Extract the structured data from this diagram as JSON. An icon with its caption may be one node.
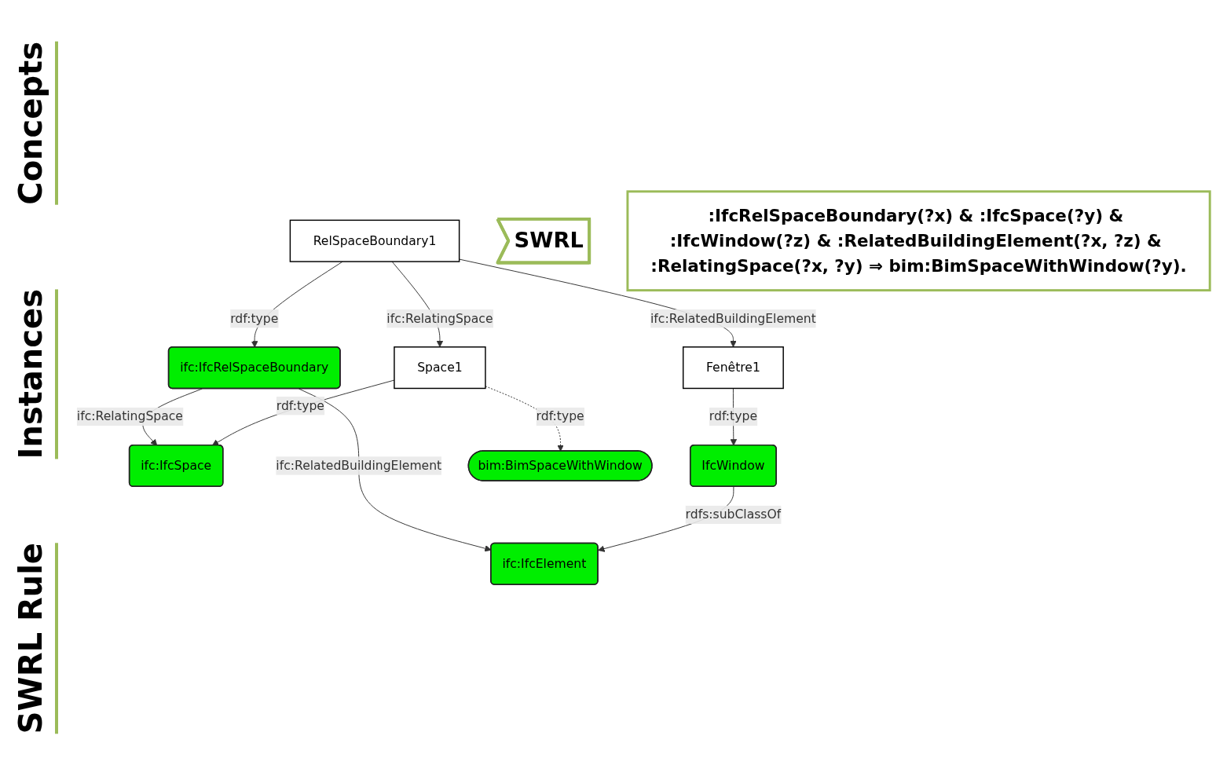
{
  "diagram": {
    "nodes": [
      {
        "text": [
          "ifc:IfcRelSpaceBoundary"
        ]
      },
      {
        "text": [
          "ifc:IfcSpace"
        ]
      },
      {
        "text": [
          "ifc:IfcElement"
        ]
      },
      {
        "text": [
          "IfcWindow"
        ]
      },
      {
        "text": [
          "bim:BimSpaceWithWindow"
        ]
      },
      {
        "text": [
          "Space1"
        ]
      },
      {
        "text": [
          "Fenêtre1"
        ]
      },
      {
        "text": [
          "RelSpaceBoundary1"
        ]
      },
      {
        "text": [
          "SWRL"
        ]
      },
      {
        "text": [
          ":IfcRelSpaceBoundary(?x) & :IfcSpace(?y) & :IfcWindow(?z) & :RelatedBuildingElement(?x, ?z) & :RelatingSpace(?x, ?y) ⇒ bim:BimSpaceWithWindow(?y)."
        ]
      }
    ],
    "edges": [
      {
        "from": 0,
        "to": 1,
        "arrow": "to",
        "label": "ifc:RelatingSpace"
      },
      {
        "from": 0,
        "to": 2,
        "arrow": "to",
        "label": "ifc:RelatedBuildingElement"
      },
      {
        "from": 3,
        "to": 2,
        "arrow": "to",
        "label": "rdfs:subClassOf"
      },
      {
        "from": 5,
        "to": 1,
        "arrow": "to",
        "label": "rdf:type"
      },
      {
        "from": 7,
        "to": 0,
        "arrow": "to",
        "label": "rdf:type"
      },
      {
        "from": 6,
        "to": 3,
        "arrow": "to",
        "label": "rdf:type"
      },
      {
        "from": 5,
        "to": 4,
        "arrow": "to",
        "label": "rdf:type",
        "style": "dashed"
      },
      {
        "from": 7,
        "to": 5,
        "arrow": "to",
        "label": "ifc:RelatingSpace"
      },
      {
        "from": 7,
        "to": 6,
        "arrow": "to",
        "label": "ifc:RelatedBuildingElement"
      }
    ],
    "labels": [
      "Concepts",
      "Instances",
      "SWRL Rule"
    ]
  }
}
